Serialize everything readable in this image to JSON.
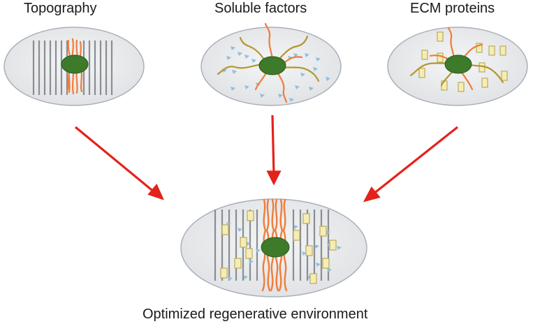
{
  "labels": {
    "topography": "Topography",
    "soluble_factors": "Soluble factors",
    "ecm_proteins": "ECM proteins",
    "combined": "Optimized regenerative environment"
  },
  "colors": {
    "dish_fill": "#e9eaec",
    "dish_stroke": "#a9b0b8",
    "ridge": "#8a8d92",
    "neurite_orange": "#ef7d3a",
    "neurite_olive": "#b4962e",
    "cell_body": "#3d7a2a",
    "soluble_factor": "#8fc0df",
    "ecm_fill": "#f6edb4",
    "ecm_stroke": "#b9ab62",
    "arrow": "#e3221b"
  }
}
